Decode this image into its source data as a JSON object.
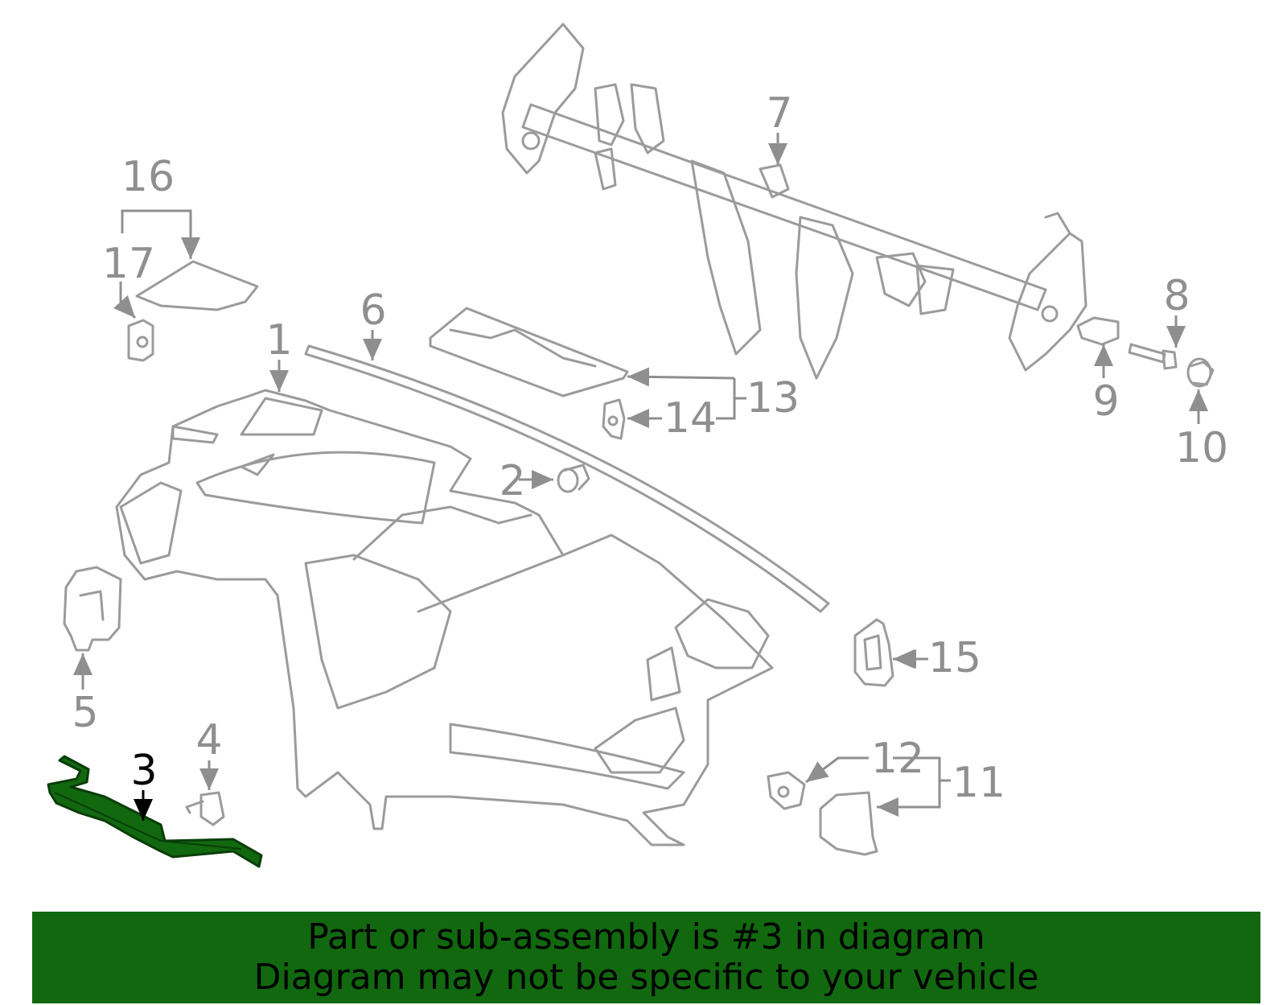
{
  "diagram": {
    "highlight_color": "#11680f",
    "line_color": "#9b9b9b",
    "highlighted_part": "3",
    "callouts": {
      "c1": "1",
      "c2": "2",
      "c3": "3",
      "c4": "4",
      "c5": "5",
      "c6": "6",
      "c7": "7",
      "c8": "8",
      "c9": "9",
      "c10": "10",
      "c11": "11",
      "c12": "12",
      "c13": "13",
      "c14": "14",
      "c15": "15",
      "c16": "16",
      "c17": "17"
    }
  },
  "banner": {
    "line1": "Part or sub-assembly is #3 in diagram",
    "line2": "Diagram may not be specific to your vehicle"
  }
}
